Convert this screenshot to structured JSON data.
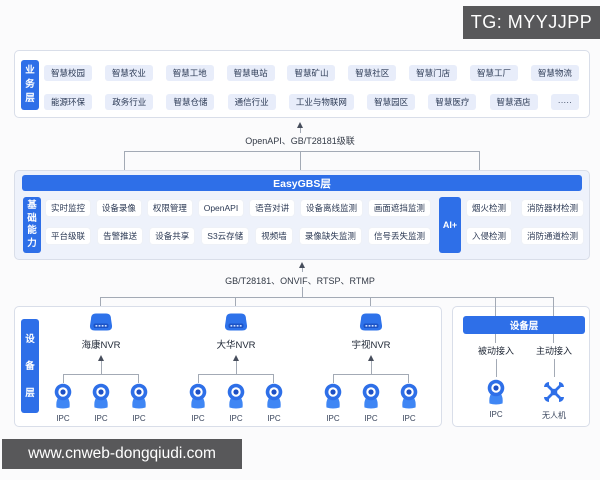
{
  "colors": {
    "accent": "#2e6fe8",
    "chip_bg": "#e8edfa",
    "panel_bg": "#eef2fb",
    "dark_badge": "#58585a",
    "line": "#a3aab5"
  },
  "badge": {
    "text": "TG: MYYJJPP"
  },
  "watermark": {
    "text": "www.cnweb-dongqiudi.com"
  },
  "business": {
    "tag": "业务层",
    "row1": [
      "智慧校园",
      "智慧农业",
      "智慧工地",
      "智慧电站",
      "智慧矿山",
      "智慧社区",
      "智慧门店",
      "智慧工厂",
      "智慧物流"
    ],
    "row2": [
      "能源环保",
      "政务行业",
      "智慧仓储",
      "通信行业",
      "工业与物联网",
      "智慧园区",
      "智慧医疗",
      "智慧酒店",
      "·····"
    ]
  },
  "link_top": {
    "label": "OpenAPI、GB/T28181级联"
  },
  "platform": {
    "tag": "基础能力",
    "header": "EasyGBS层",
    "row1": [
      "实时监控",
      "设备录像",
      "权限管理",
      "OpenAPI",
      "语音对讲",
      "设备离线监测",
      "画面遮挡监测"
    ],
    "row2": [
      "平台级联",
      "告警推送",
      "设备共享",
      "S3云存储",
      "视频墙",
      "录像缺失监测",
      "信号丢失监测"
    ],
    "ai_tag": "AI+",
    "ai_row1": [
      "烟火检测",
      "消防器材检测"
    ],
    "ai_row2": [
      "入侵检测",
      "消防通道检测"
    ]
  },
  "link_bottom": {
    "label": "GB/T28181、ONVIF、RTSP、RTMP"
  },
  "devices": {
    "tag": "设备层",
    "groups": [
      {
        "nvr": "海康NVR",
        "cams": [
          "IPC",
          "IPC",
          "IPC"
        ]
      },
      {
        "nvr": "大华NVR",
        "cams": [
          "IPC",
          "IPC",
          "IPC"
        ]
      },
      {
        "nvr": "宇视NVR",
        "cams": [
          "IPC",
          "IPC",
          "IPC"
        ]
      }
    ],
    "panel": {
      "header": "设备层",
      "col1": {
        "mode": "被动接入",
        "label": "IPC"
      },
      "col2": {
        "mode": "主动接入",
        "label": "无人机"
      }
    }
  }
}
